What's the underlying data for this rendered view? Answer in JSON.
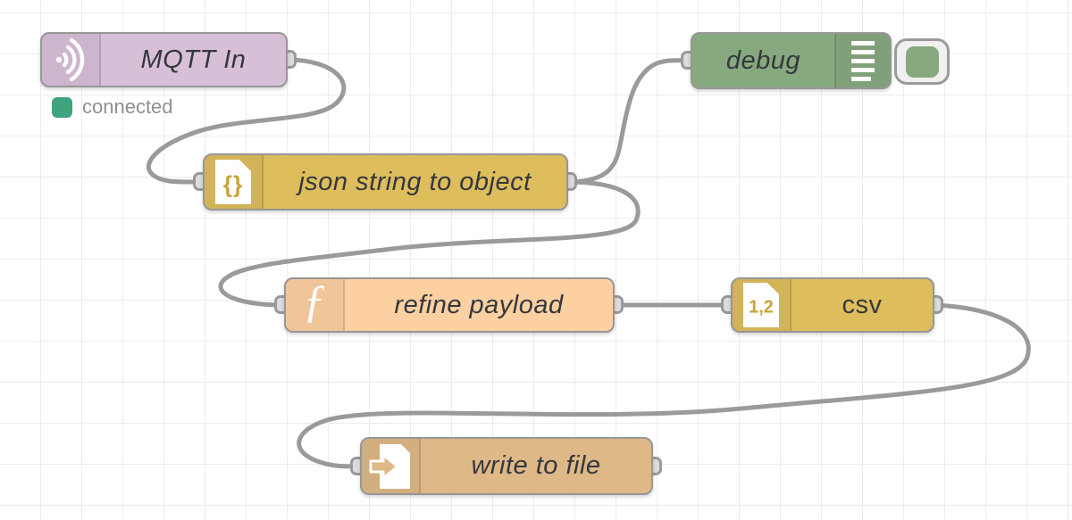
{
  "app": {
    "name": "Node-RED flow workspace"
  },
  "canvas": {
    "background": "#ffffff",
    "grid_color": "#ececec",
    "wire_color": "#9a9a9a"
  },
  "status": {
    "label": "connected",
    "color": "#3fa47c"
  },
  "nodes": {
    "mqtt_in": {
      "label": "MQTT In",
      "color": "#d8bfd8"
    },
    "json": {
      "label": "json string to object",
      "color": "#debd5c",
      "icon_text": "{}"
    },
    "debug": {
      "label": "debug",
      "color": "#87a980"
    },
    "function": {
      "label": "refine payload",
      "color": "#fdd0a2",
      "icon_text": "ƒ"
    },
    "csv": {
      "label": "csv",
      "color": "#debd5c",
      "icon_text": "1,2"
    },
    "file": {
      "label": "write to file",
      "color": "#deb887"
    }
  },
  "wires": [
    {
      "from": "mqtt-in",
      "to": "json"
    },
    {
      "from": "json",
      "to": "debug"
    },
    {
      "from": "json",
      "to": "function"
    },
    {
      "from": "function",
      "to": "csv"
    },
    {
      "from": "csv",
      "to": "file"
    }
  ]
}
